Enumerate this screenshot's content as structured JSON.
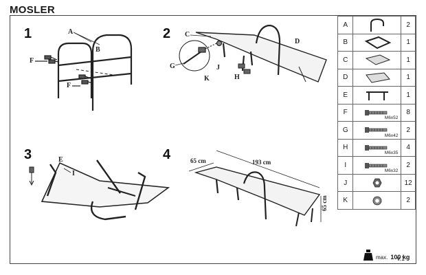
{
  "header": {
    "title": "MOSLER"
  },
  "steps": [
    {
      "number": "1",
      "labels": [
        "A",
        "B",
        "F",
        "F"
      ]
    },
    {
      "number": "2",
      "labels": [
        "C",
        "D",
        "G",
        "J",
        "K",
        "H"
      ]
    },
    {
      "number": "3",
      "labels": [
        "E",
        "I"
      ]
    },
    {
      "number": "4",
      "dimensions": {
        "width": "65 cm",
        "length": "193 cm",
        "height": "65 cm"
      }
    }
  ],
  "parts": [
    {
      "letter": "A",
      "icon": "u-frame-icon",
      "size": "",
      "qty": "2"
    },
    {
      "letter": "B",
      "icon": "rect-frame-icon",
      "size": "",
      "qty": "1"
    },
    {
      "letter": "C",
      "icon": "seat-fabric-icon",
      "size": "",
      "qty": "1"
    },
    {
      "letter": "D",
      "icon": "back-fabric-icon",
      "size": "",
      "qty": "1"
    },
    {
      "letter": "E",
      "icon": "leg-frame-icon",
      "size": "",
      "qty": "1"
    },
    {
      "letter": "F",
      "icon": "bolt-icon",
      "size": "M6x52",
      "qty": "8"
    },
    {
      "letter": "G",
      "icon": "bolt-icon",
      "size": "M6x42",
      "qty": "2"
    },
    {
      "letter": "H",
      "icon": "bolt-icon",
      "size": "M6x35",
      "qty": "4"
    },
    {
      "letter": "I",
      "icon": "bolt-icon",
      "size": "M6x32",
      "qty": "2"
    },
    {
      "letter": "J",
      "icon": "nut-icon",
      "size": "",
      "qty": "12"
    },
    {
      "letter": "K",
      "icon": "washer-icon",
      "size": "",
      "qty": "2"
    }
  ],
  "max_load": {
    "prefix": "max.",
    "value": "100 kg"
  },
  "footer": {
    "version": "v.1"
  }
}
